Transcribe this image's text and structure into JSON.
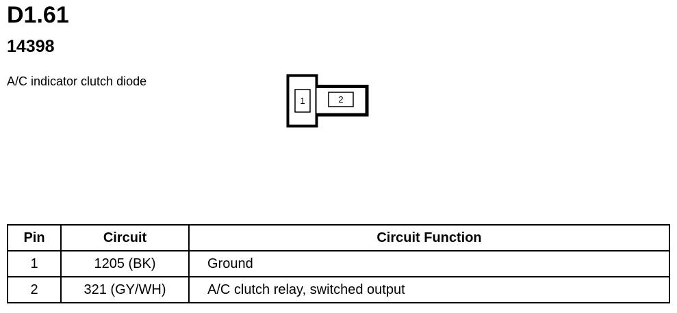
{
  "header": {
    "connector_id": "D1.61",
    "part_number": "14398",
    "description": "A/C indicator clutch diode"
  },
  "connector_pins": [
    "1",
    "2"
  ],
  "table": {
    "headers": [
      "Pin",
      "Circuit",
      "Circuit Function"
    ],
    "rows": [
      {
        "pin": "1",
        "circuit": "1205 (BK)",
        "function": "Ground"
      },
      {
        "pin": "2",
        "circuit": "321 (GY/WH)",
        "function": "A/C clutch relay, switched output"
      }
    ]
  }
}
